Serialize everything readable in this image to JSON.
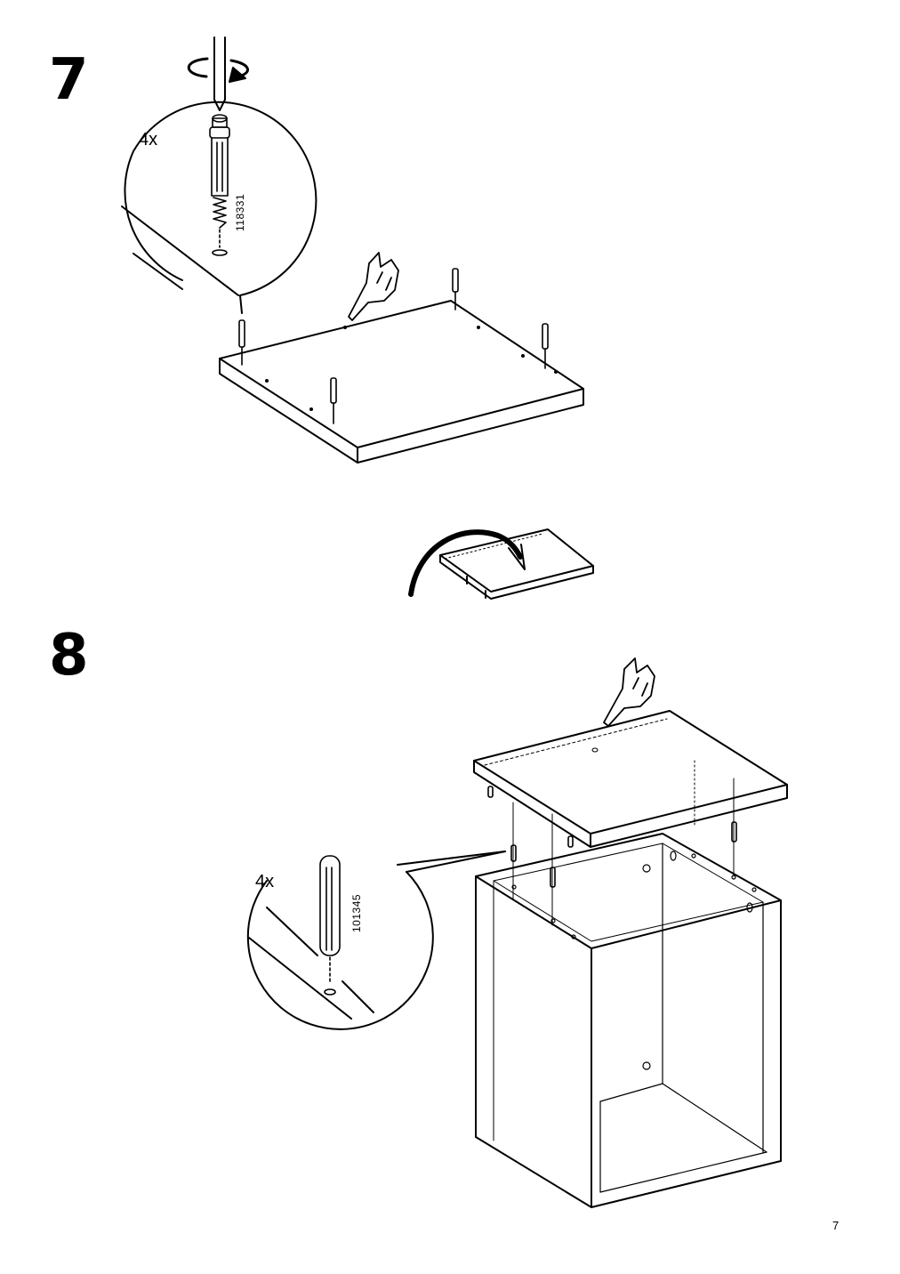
{
  "steps": [
    {
      "number": "7",
      "quantity": "4x",
      "part_number": "118331"
    },
    {
      "number": "8",
      "quantity": "4x",
      "part_number": "101345"
    }
  ],
  "page_number": "7"
}
